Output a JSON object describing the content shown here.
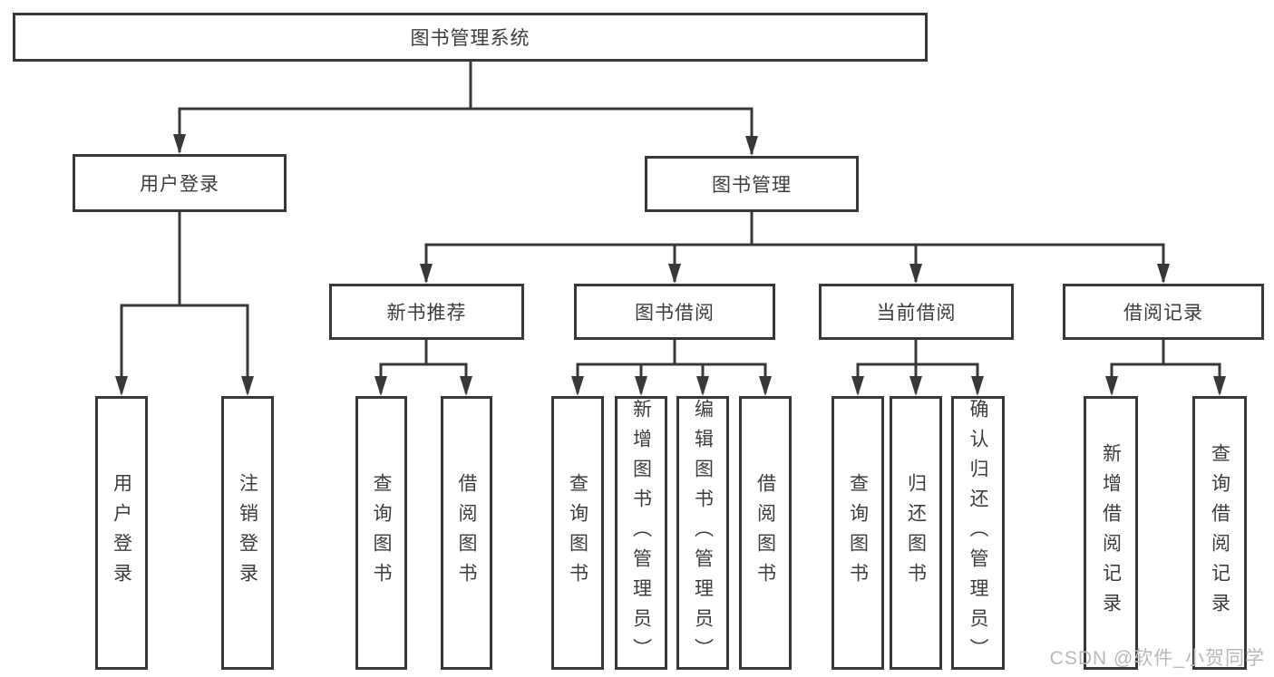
{
  "diagram": {
    "root": "图书管理系统",
    "user_login_branch": {
      "label": "用户登录",
      "leaves": [
        "用户登录",
        "注销登录"
      ]
    },
    "book_management_branch": {
      "label": "图书管理",
      "groups": [
        {
          "label": "新书推荐",
          "leaves": [
            "查询图书",
            "借阅图书"
          ]
        },
        {
          "label": "图书借阅",
          "leaves": [
            "查询图书",
            "新增图书（管理员）",
            "编辑图书（管理员）",
            "借阅图书"
          ]
        },
        {
          "label": "当前借阅",
          "leaves": [
            "查询图书",
            "归还图书",
            "确认归还（管理员）"
          ]
        },
        {
          "label": "借阅记录",
          "leaves": [
            "新增借阅记录",
            "查询借阅记录"
          ]
        }
      ]
    }
  },
  "watermark": "CSDN @软件_小贺同学",
  "colors": {
    "line": "#383838",
    "text": "#3d3d3d",
    "box_background": "#ffffff",
    "watermark": "#b9b9b9"
  }
}
